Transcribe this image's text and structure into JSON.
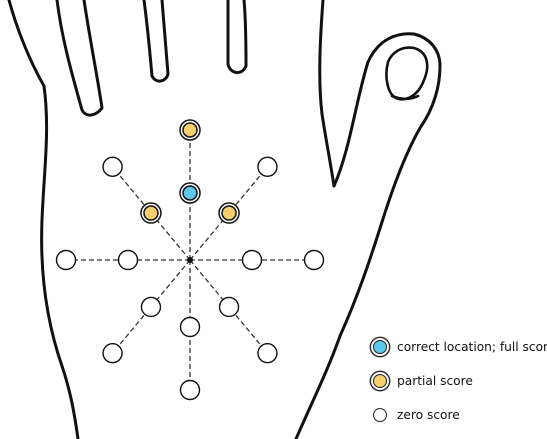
{
  "colors": {
    "correct": "#5ec8ec",
    "partial": "#f5cf6e",
    "zero": "#ffffff",
    "outline": "#111111",
    "dash": "#333333"
  },
  "legend": {
    "items": [
      {
        "key": "correct",
        "label": "correct location; full score"
      },
      {
        "key": "partial",
        "label": "partial score"
      },
      {
        "key": "zero",
        "label": "zero score"
      }
    ]
  },
  "targets": {
    "rays": [
      "up",
      "up-right",
      "right",
      "down-right",
      "down",
      "down-left",
      "left",
      "up-left"
    ],
    "rings": [
      "inner",
      "outer"
    ],
    "scores": {
      "up-inner": "correct",
      "up-outer": "partial",
      "up-left-inner": "partial",
      "up-right-inner": "partial"
    }
  }
}
